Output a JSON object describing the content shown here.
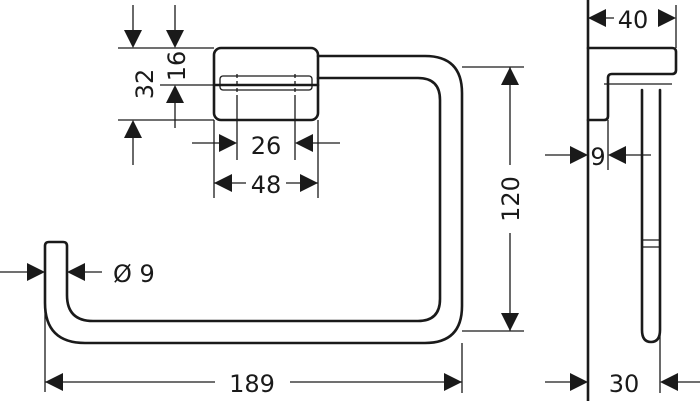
{
  "dimensions": {
    "height_32": "32",
    "height_16": "16",
    "width_26": "26",
    "width_48": "48",
    "height_120": "120",
    "width_189": "189",
    "diameter_9": "Ø 9",
    "side_width_40": "40",
    "side_thickness_9": "9",
    "side_depth_30": "30"
  }
}
